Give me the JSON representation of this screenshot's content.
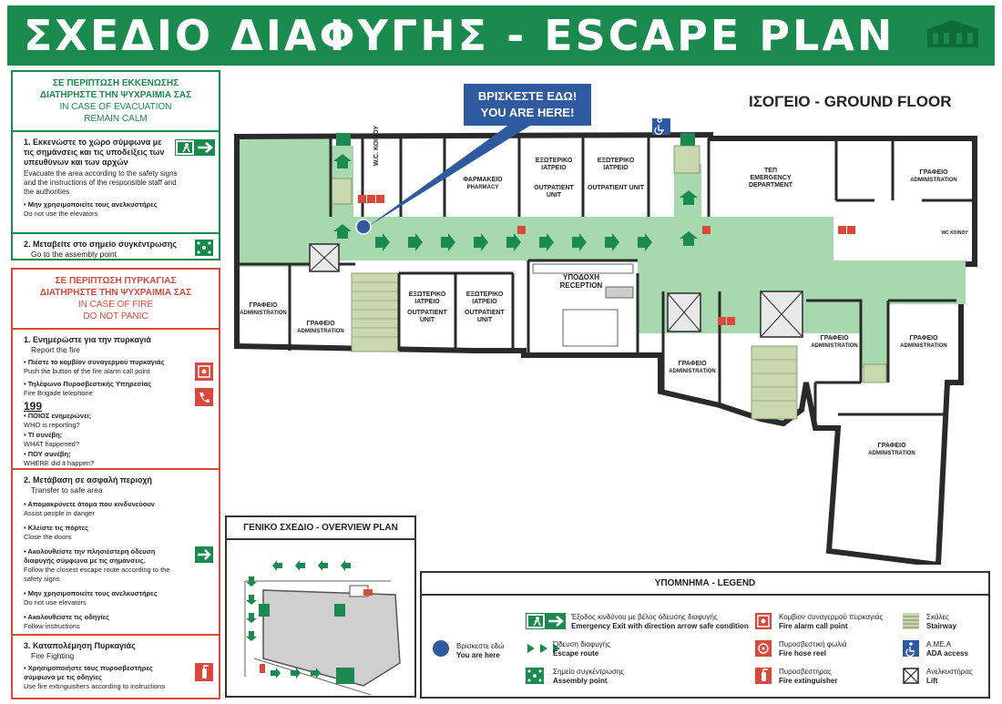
{
  "header": {
    "title": "ΣΧΕΔΙΟ ΔΙΑΦΥΓΗΣ - ESCAPE PLAN"
  },
  "callout": {
    "line1": "ΒΡΙΣΚΕΣΤΕ ΕΔΩ!",
    "line2": "YOU ARE HERE!"
  },
  "floor": {
    "title": "ΙΣΟΓΕΙΟ - GROUND FLOOR"
  },
  "evacuation": {
    "head_gr_1": "ΣΕ ΠΕΡΙΠΤΩΣΗ ΕΚΚΕΝΩΣΗΣ",
    "head_gr_2": "ΔΙΑΤΗΡΗΣΤΕ ΤΗΝ ΨΥΧΡΑΙΜΙΑ ΣΑΣ",
    "head_en_1": "IN CASE OF EVACUATION",
    "head_en_2": "REMAIN CALM",
    "step1_gr": "1. Εκκενώστε το χώρο σύμφωνα με τις σημάνσεις και τις υποδείξεις των υπευθύνων και των αρχών",
    "step1_en": "Evacuate the area according to the safety signs and the instructions of the responsible staff and the authorities",
    "step1_note_gr": "• Μην χρησιμοποιείτε τους ανελκυστήρες",
    "step1_note_en": "Do not use the elevators",
    "step2_gr": "2. Μεταβείτε στο σημείο συγκέντρωσης",
    "step2_en": "Go to the assembly point"
  },
  "fire": {
    "head_gr_1": "ΣΕ ΠΕΡΙΠΤΩΣΗ ΠΥΡΚΑΓΙΑΣ",
    "head_gr_2": "ΔΙΑΤΗΡΗΣΤΕ ΤΗΝ ΨΥΧΡΑΙΜΙΑ ΣΑΣ",
    "head_en_1": "IN CASE OF FIRE",
    "head_en_2": "DO NOT PANIC",
    "s1_gr": "1. Ενημερώστε για την πυρκαγιά",
    "s1_en": "Report the fire",
    "s1_a_gr": "• Πιέστε το κομβίον συναγερμού πυρκαγιάς",
    "s1_a_en": "Push the button of the fire alarm call point",
    "s1_b_gr": "• Τηλέφωνο Πυροσβεστικής Υπηρεσίας",
    "s1_b_en": "Fire Brigade telephone",
    "s1_num": "199",
    "s1_c_gr": "• ΠΟΙΟΣ ενημερώνει;",
    "s1_c_en": "WHO is reporting?",
    "s1_d_gr": "• ΤΙ συνέβη;",
    "s1_d_en": "WHAT happened?",
    "s1_e_gr": "• ΠΟΥ συνέβη;",
    "s1_e_en": "WHERE did it happen?",
    "s2_gr": "2. Μετάβαση σε ασφαλή περιοχή",
    "s2_en": "Transfer to safe area",
    "s2_a_gr": "• Απομακρύνετε άτομα που κινδυνεύουν",
    "s2_a_en": "Assist people in danger",
    "s2_b_gr": "• Κλείστε τις πόρτες",
    "s2_b_en": "Close the doors",
    "s2_c_gr": "• Ακολουθείστε την πλησιέστερη όδευση διαφυγής σύμφωνα με τις σημάνσεις.",
    "s2_c_en": "Follow the closest escape route according to the safety signs",
    "s2_d_gr": "• Μην χρησιμοποιείτε τους ανελκυστήρες",
    "s2_d_en": "Do not use elevators",
    "s2_e_gr": "• Ακολουθείστε τις οδηγίες",
    "s2_e_en": "Follow instructions",
    "s3_gr": "3. Καταπολέμηση Πυρκαγιάς",
    "s3_en": "Fire Fighting",
    "s3_a_gr": "• Χρησιμοποιήστε τους πυροσβεστήρες σύμφωνα με τις οδηγίες",
    "s3_a_en": "Use fire extinguishers according to instructions"
  },
  "rooms": {
    "wc": "W.C. ΚΟΙΝΟΥ",
    "pharmacy_gr": "ΦΑΡΜΑΚΕΙΟ",
    "pharmacy_en": "PHARMACY",
    "op1_gr": "ΕΞΩΤΕΡΙΚΟ ΙΑΤΡΕΙΟ",
    "op1_en": "OUTPATIENT UNIT",
    "op2_gr": "ΕΞΩΤΕΡΙΚΟ ΙΑΤΡΕΙΟ",
    "op2_en": "OUTPATIENT UNIT",
    "er_gr": "ΤΕΠ",
    "er_en": "EMERGENCY DEPARTMENT",
    "admin_tr_gr": "ΓΡΑΦΕΙΟ",
    "admin_tr_en": "ADMINISTRATION",
    "wc2": "WC ΚΟΙΝΟΥ",
    "admin_l1_gr": "ΓΡΑΦΕΙΟ",
    "admin_l1_en": "ADMINISTRATION",
    "admin_l2_gr": "ΓΡΑΦΕΙΟ",
    "admin_l2_en": "ADMINISTRATION",
    "op3_gr": "ΕΞΩΤΕΡΙΚΟ ΙΑΤΡΕΙΟ",
    "op3_en": "OUTPATIENT UNIT",
    "op4_gr": "ΕΞΩΤΕΡΙΚΟ ΙΑΤΡΕΙΟ",
    "op4_en": "OUTPATIENT UNIT",
    "reception_gr": "ΥΠΟΔΟΧΗ",
    "reception_en": "RECEPTION",
    "admin_c_gr": "ΓΡΑΦΕΙΟ",
    "admin_c_en": "ADMINISTRATION",
    "admin_r1_gr": "ΓΡΑΦΕΙΟ",
    "admin_r1_en": "ADMINISTRATION",
    "admin_r2_gr": "ΓΡΑΦΕΙΟ",
    "admin_r2_en": "ADMINISTRATION",
    "admin_br_gr": "ΓΡΑΦΕΙΟ",
    "admin_br_en": "ADMINISTRATION"
  },
  "overview": {
    "title": "ΓΕΝΙΚΟ ΣΧΕΔΙΟ - OVERVIEW PLAN"
  },
  "legend": {
    "title": "ΥΠΟΜΝΗΜΑ - LEGEND",
    "here_gr": "Βρίσκεστε εδώ",
    "here_en": "You are here",
    "exit_gr": "Έξοδος κινδύνου με βέλος όδευσης διαφυγής",
    "exit_en": "Emergency Exit with direction arrow safe condition",
    "route_gr": "Όδευση διαφυγής",
    "route_en": "Escape route",
    "assembly_gr": "Σημείο συγκέντρωσης",
    "assembly_en": "Assembly point",
    "alarm_gr": "Κομβίον συναγερμού πυρκαγιάς",
    "alarm_en": "Fire alarm call point",
    "reel_gr": "Πυροσβεστική φωλιά",
    "reel_en": "Fire hose reel",
    "ext_gr": "Πυροσβεστήρας",
    "ext_en": "Fire extinguisher",
    "stair_gr": "Σκάλες",
    "stair_en": "Stairway",
    "ada_gr": "Α.ΜΕ.Α",
    "ada_en": "ADA access",
    "lift_gr": "Ανελκυστήρας",
    "lift_en": "Lift"
  },
  "colors": {
    "green": "#1b8a4e",
    "red": "#d9483b",
    "blue": "#2f5aa0",
    "route": "#a8d8ae"
  }
}
